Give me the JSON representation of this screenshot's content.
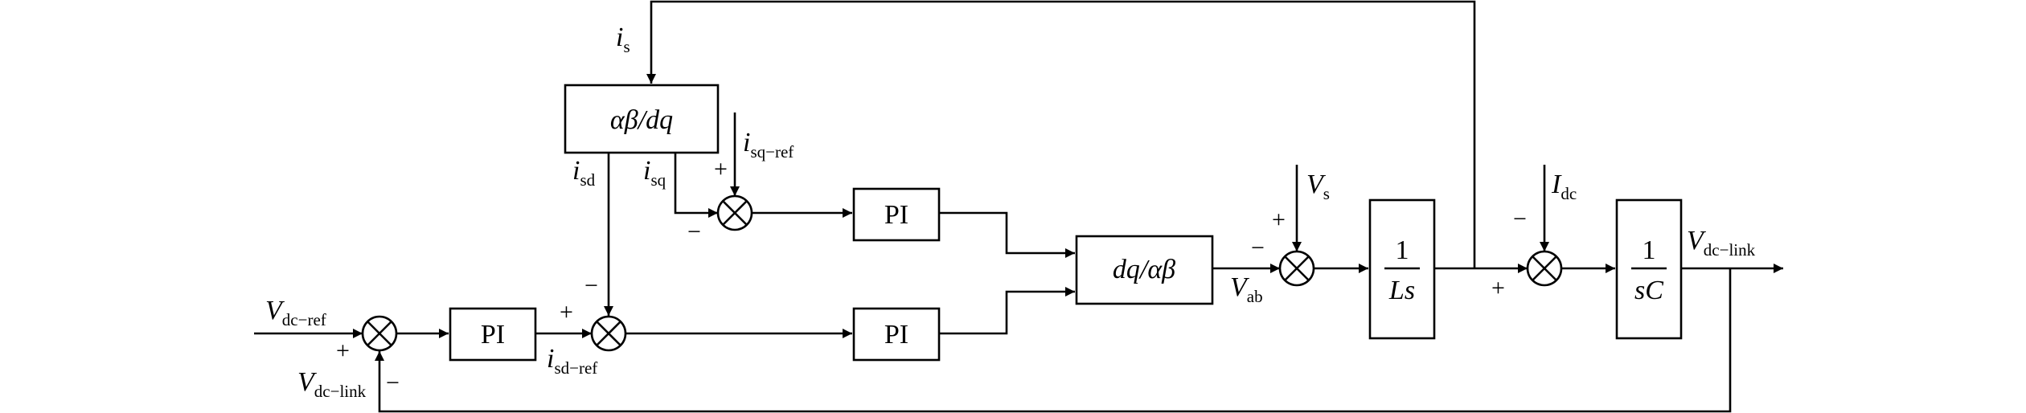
{
  "blocks": {
    "park": "αβ/dq",
    "invpark": "dq/αβ",
    "pi_voltage": "PI",
    "pi_q": "PI",
    "pi_d": "PI",
    "one": "1",
    "ls": "Ls",
    "sc": "sC"
  },
  "signals": {
    "is": {
      "main": "i",
      "sub": "s"
    },
    "isd": {
      "main": "i",
      "sub": "sd"
    },
    "isq": {
      "main": "i",
      "sub": "sq"
    },
    "isq_ref": {
      "main": "i",
      "sub": "sq−ref"
    },
    "isd_ref": {
      "main": "i",
      "sub": "sd−ref"
    },
    "vs": {
      "main": "V",
      "sub": "s"
    },
    "vab": {
      "main": "V",
      "sub": "ab"
    },
    "idc": {
      "main": "I",
      "sub": "dc"
    },
    "vdc_link_out": {
      "main": "V",
      "sub": "dc−link"
    },
    "vdc_ref": {
      "main": "V",
      "sub": "dc−ref"
    },
    "vdc_link_fb": {
      "main": "V",
      "sub": "dc−link"
    }
  },
  "signs": {
    "plus": "+",
    "minus": "−"
  }
}
